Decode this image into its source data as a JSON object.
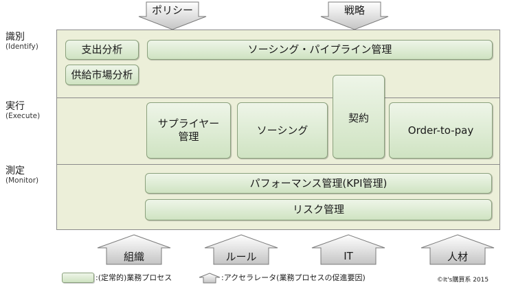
{
  "top_arrows": [
    {
      "label": "ポリシー"
    },
    {
      "label": "戦略"
    }
  ],
  "lanes": [
    {
      "title": "識別",
      "subtitle": "(Identify)"
    },
    {
      "title": "実行",
      "subtitle": "(Execute)"
    },
    {
      "title": "測定",
      "subtitle": "(Monitor)"
    }
  ],
  "processes": {
    "spend_analysis": "支出分析",
    "sourcing_pipeline": "ソーシング・パイプライン管理",
    "supply_market_analysis": "供給市場分析",
    "supplier_mgmt": "サプライヤー\n管理",
    "sourcing": "ソーシング",
    "contract": "契約",
    "order_to_pay": "Order-to-pay",
    "performance_mgmt": "パフォーマンス管理(KPI管理)",
    "risk_mgmt": "リスク管理"
  },
  "bottom_arrows": [
    {
      "label": "組織"
    },
    {
      "label": "ルール"
    },
    {
      "label": "IT"
    },
    {
      "label": "人材"
    }
  ],
  "legend": {
    "process_label": ":(定常的)業務プロセス",
    "accelerator_label": ":アクセラレータ(業務プロセスの促進要因)"
  },
  "copyright": "©It's購買系 2015",
  "colors": {
    "board_fill": "#ecefd9",
    "process_fill_top": "#eef5e8",
    "process_fill_bottom": "#cfe3c2",
    "arrow_fill_top": "#ffffff",
    "arrow_fill_bottom": "#c8c8c8"
  }
}
